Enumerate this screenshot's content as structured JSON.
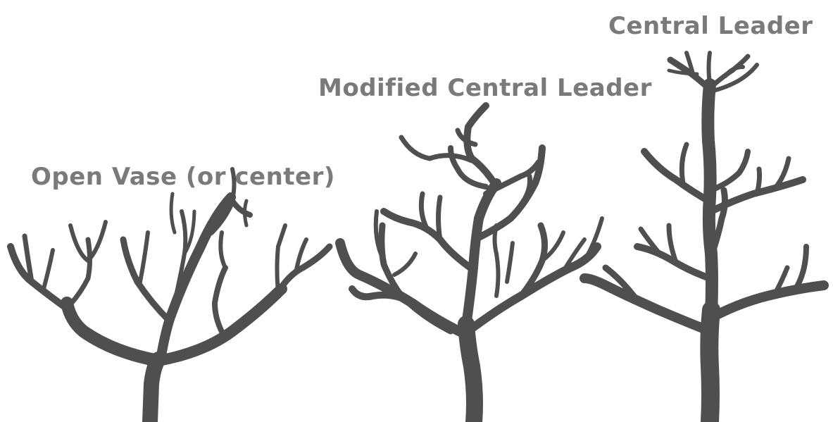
{
  "labels": {
    "open_vase": "Open Vase (or center)",
    "modified_central_leader": "Modified Central Leader",
    "central_leader": "Central Leader"
  },
  "colors": {
    "background": "#ffffff",
    "text": "#7a7a7a",
    "branches": "#4f4f4f"
  }
}
